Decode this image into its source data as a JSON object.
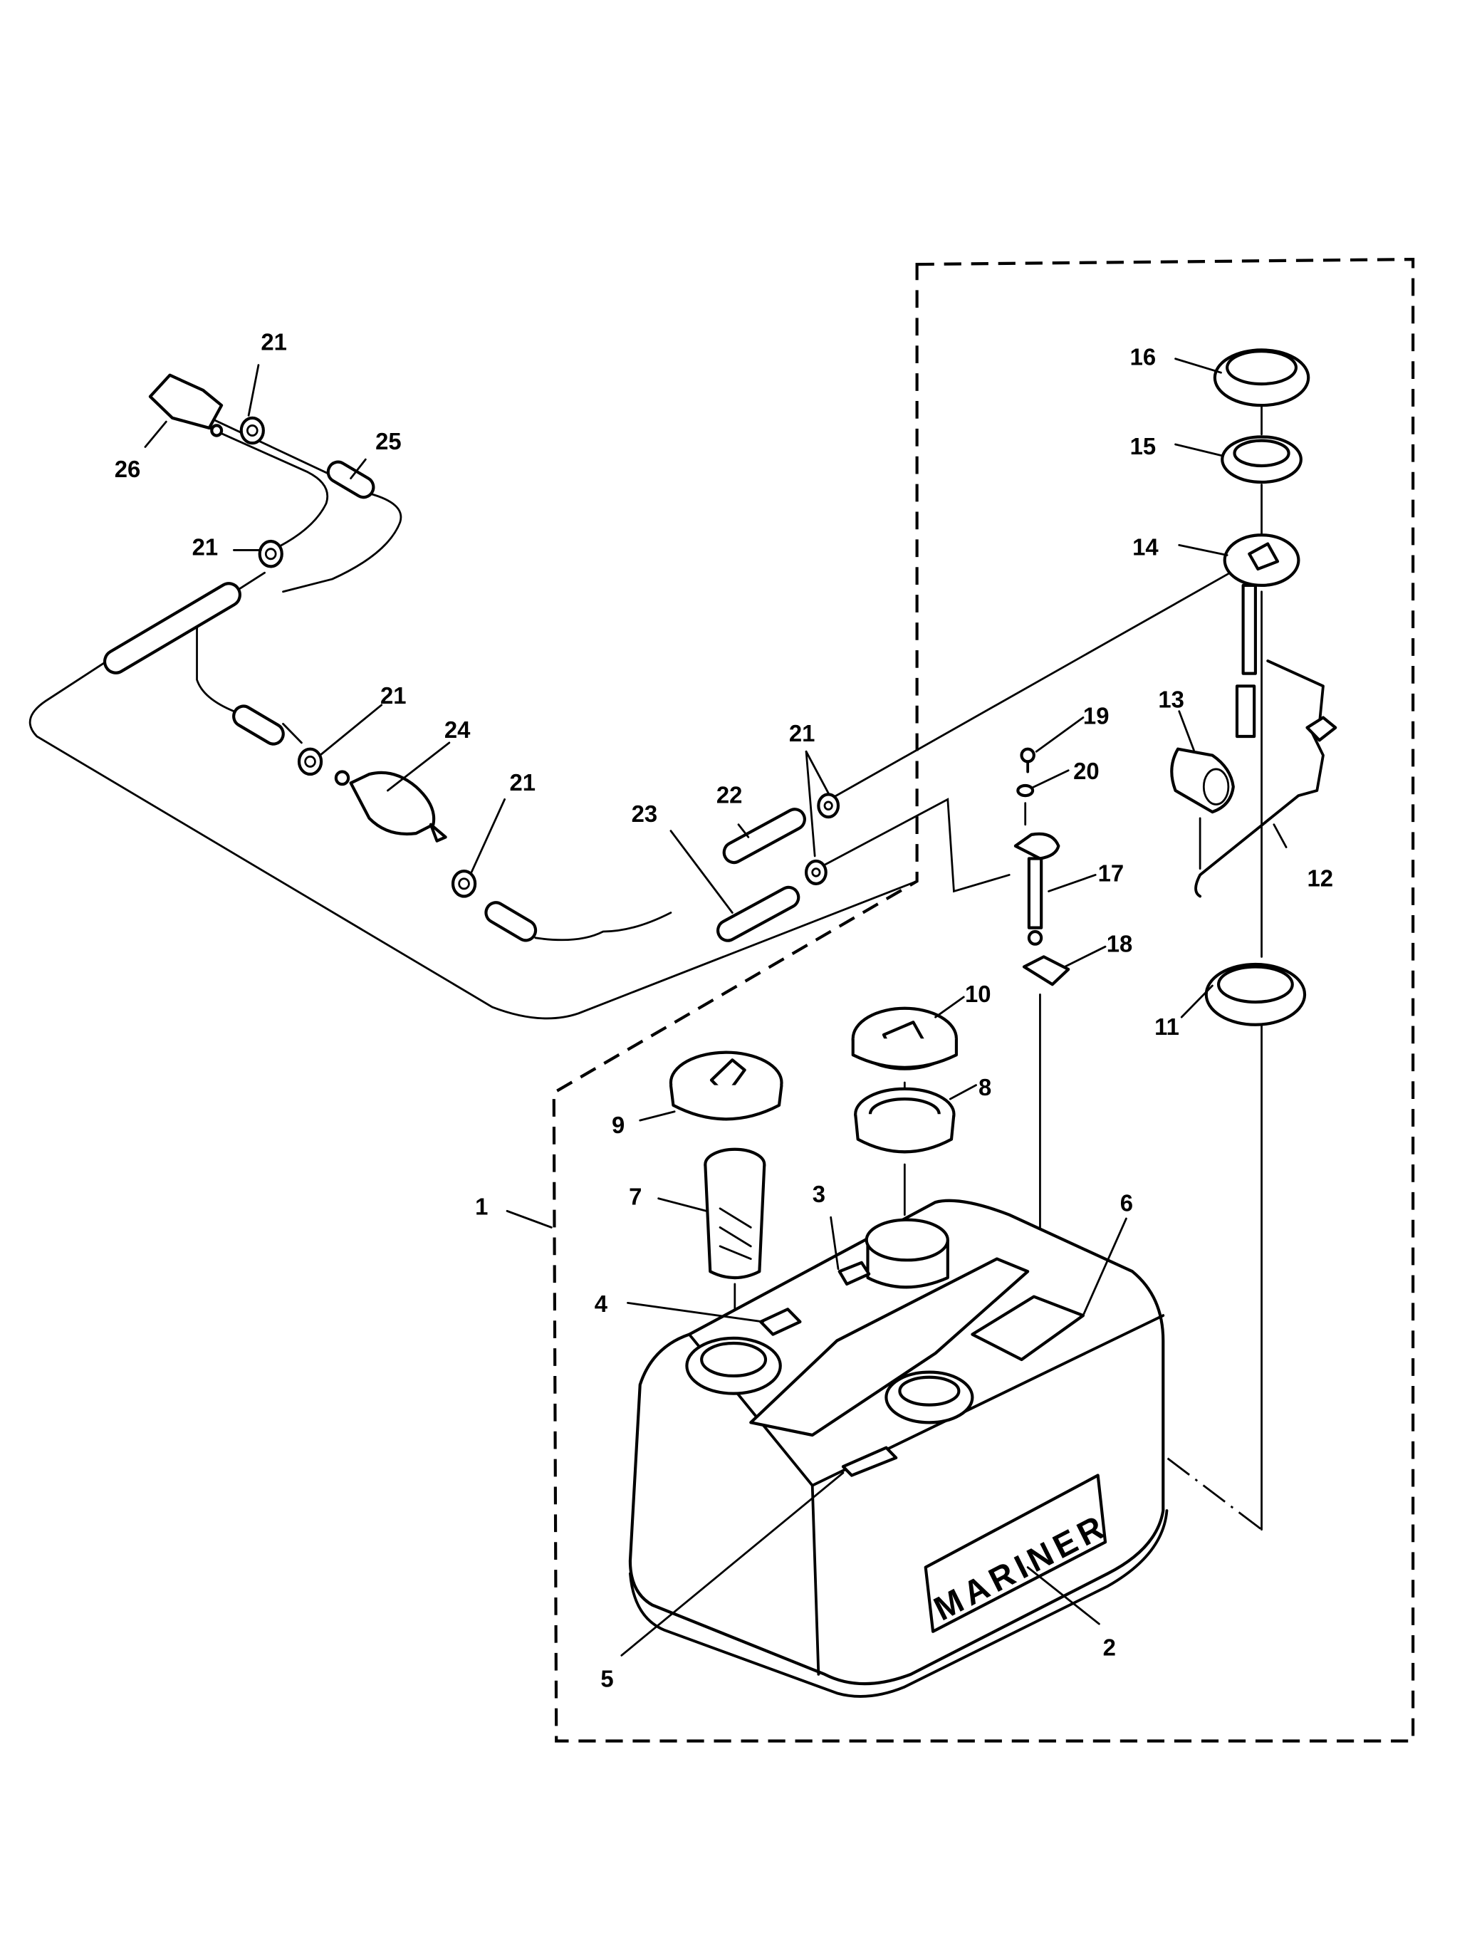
{
  "diagram": {
    "type": "exploded-parts-diagram",
    "subject": "Portable fuel tank assembly",
    "brand_decal_text": "MARINER",
    "callouts": [
      {
        "id": "c1",
        "label": "1",
        "part": "fuel-tank-assembly"
      },
      {
        "id": "c2",
        "label": "2",
        "part": "decal"
      },
      {
        "id": "c3",
        "label": "3",
        "part": "decal"
      },
      {
        "id": "c4",
        "label": "4",
        "part": "decal"
      },
      {
        "id": "c5",
        "label": "5",
        "part": "decal"
      },
      {
        "id": "c6",
        "label": "6",
        "part": "decal"
      },
      {
        "id": "c7",
        "label": "7",
        "part": "filter"
      },
      {
        "id": "c8",
        "label": "8",
        "part": "adaptor"
      },
      {
        "id": "c9",
        "label": "9",
        "part": "filler-cap"
      },
      {
        "id": "c10",
        "label": "10",
        "part": "cap"
      },
      {
        "id": "c11",
        "label": "11",
        "part": "nut"
      },
      {
        "id": "c12",
        "label": "12",
        "part": "float-arm"
      },
      {
        "id": "c13",
        "label": "13",
        "part": "float"
      },
      {
        "id": "c14",
        "label": "14",
        "part": "gauge"
      },
      {
        "id": "c15",
        "label": "15",
        "part": "gasket"
      },
      {
        "id": "c16",
        "label": "16",
        "part": "cover"
      },
      {
        "id": "c17",
        "label": "17",
        "part": "fuel-pickup"
      },
      {
        "id": "c18",
        "label": "18",
        "part": "gasket"
      },
      {
        "id": "c19",
        "label": "19",
        "part": "screw"
      },
      {
        "id": "c20",
        "label": "20",
        "part": "washer"
      },
      {
        "id": "c21a",
        "label": "21",
        "part": "hose-clamp"
      },
      {
        "id": "c21b",
        "label": "21",
        "part": "hose-clamp"
      },
      {
        "id": "c21c",
        "label": "21",
        "part": "hose-clamp"
      },
      {
        "id": "c21d",
        "label": "21",
        "part": "hose-clamp"
      },
      {
        "id": "c21e",
        "label": "21",
        "part": "hose-clamp"
      },
      {
        "id": "c22",
        "label": "22",
        "part": "hose"
      },
      {
        "id": "c23",
        "label": "23",
        "part": "hose"
      },
      {
        "id": "c24",
        "label": "24",
        "part": "primer-bulb"
      },
      {
        "id": "c25",
        "label": "25",
        "part": "hose"
      },
      {
        "id": "c26",
        "label": "26",
        "part": "connector"
      }
    ]
  }
}
